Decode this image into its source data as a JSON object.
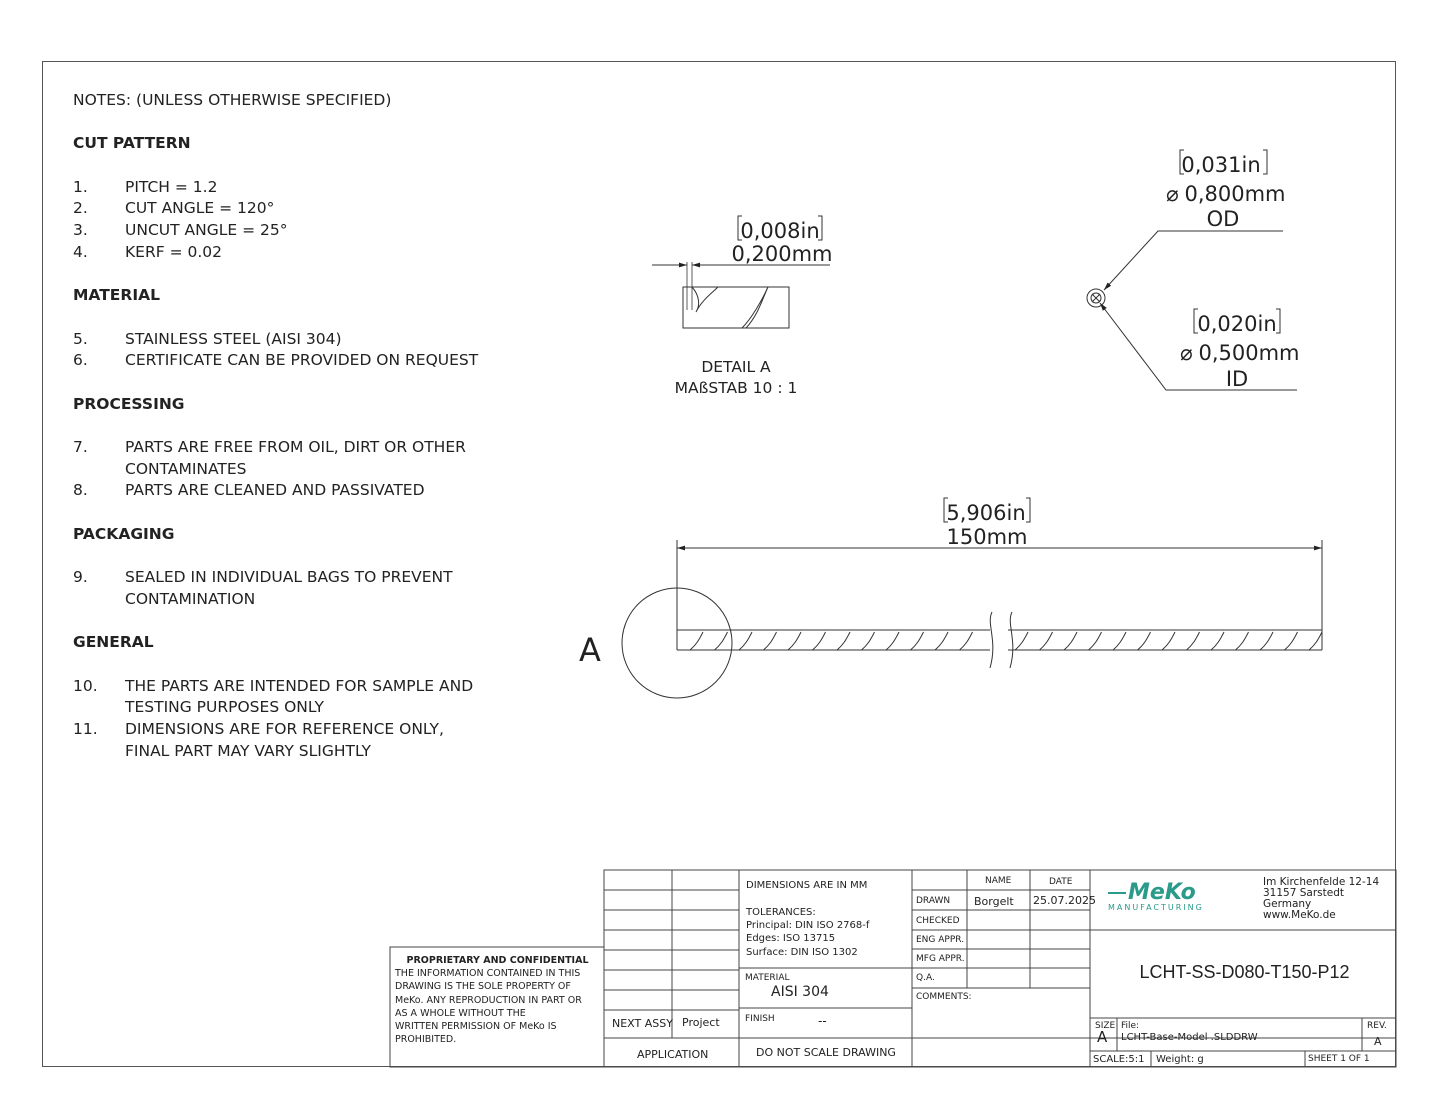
{
  "notes": {
    "header": "NOTES: (UNLESS OTHERWISE SPECIFIED)",
    "sections": [
      {
        "title": "CUT PATTERN",
        "items": [
          {
            "num": "1.",
            "lines": [
              "PITCH = 1.2"
            ]
          },
          {
            "num": "2.",
            "lines": [
              "CUT ANGLE = 120°"
            ]
          },
          {
            "num": "3.",
            "lines": [
              "UNCUT ANGLE = 25°"
            ]
          },
          {
            "num": "4.",
            "lines": [
              "KERF = 0.02"
            ]
          }
        ]
      },
      {
        "title": "MATERIAL",
        "items": [
          {
            "num": "5.",
            "lines": [
              "STAINLESS STEEL (AISI 304)"
            ]
          },
          {
            "num": "6.",
            "lines": [
              "CERTIFICATE CAN BE PROVIDED ON REQUEST"
            ]
          }
        ]
      },
      {
        "title": "PROCESSING",
        "items": [
          {
            "num": "7.",
            "lines": [
              "PARTS ARE FREE FROM OIL, DIRT OR OTHER",
              "CONTAMINATES"
            ]
          },
          {
            "num": "8.",
            "lines": [
              "PARTS ARE CLEANED AND PASSIVATED"
            ]
          }
        ]
      },
      {
        "title": "PACKAGING",
        "items": [
          {
            "num": "9.",
            "lines": [
              "SEALED IN INDIVIDUAL BAGS TO PREVENT",
              "CONTAMINATION"
            ]
          }
        ]
      },
      {
        "title": "GENERAL",
        "items": [
          {
            "num": "10.",
            "lines": [
              "THE PARTS ARE INTENDED FOR SAMPLE AND",
              "TESTING PURPOSES ONLY"
            ]
          },
          {
            "num": "11.",
            "lines": [
              "DIMENSIONS ARE FOR REFERENCE ONLY,",
              "FINAL PART MAY VARY SLIGHTLY"
            ]
          }
        ]
      }
    ]
  },
  "detail": {
    "dim_in": "0,008in",
    "dim_mm": "0,200mm",
    "caption1": "DETAIL A",
    "caption2": "MAßSTAB 10 : 1"
  },
  "section_view": {
    "od_in": "0,031in",
    "od_mm": "0,800mm",
    "od_label": "OD",
    "id_in": "0,020in",
    "id_mm": "0,500mm",
    "id_label": "ID",
    "diameter_symbol": "⌀"
  },
  "main_view": {
    "len_in": "5,906in",
    "len_mm": "150mm",
    "detail_letter": "A"
  },
  "title_block": {
    "dims_note": "DIMENSIONS ARE IN MM",
    "tol_title": "TOLERANCES:",
    "tol_principal": "Principal: DIN ISO 2768-f",
    "tol_edges": "Edges: ISO 13715",
    "tol_surface": "Surface: DIN ISO 1302",
    "material_label": "MATERIAL",
    "material_value": "AISI 304",
    "finish_label": "FINISH",
    "finish_value": "--",
    "next_assy": "NEXT ASSY",
    "project": "Project",
    "application": "APPLICATION",
    "no_scale": "DO NOT SCALE DRAWING",
    "name_hdr": "NAME",
    "date_hdr": "DATE",
    "drawn": "DRAWN",
    "drawn_name": "Borgelt",
    "drawn_date": "25.07.2025",
    "checked": "CHECKED",
    "eng_appr": "ENG APPR.",
    "mfg_appr": "MFG APPR.",
    "qa": "Q.A.",
    "comments": "COMMENTS:",
    "company_word": "MeKo",
    "company_sub": "MANUFACTURING",
    "addr1": "Im Kirchenfelde 12-14",
    "addr2": "31157 Sarstedt",
    "addr3": "Germany",
    "addr4": "www.MeKo.de",
    "part_number": "LCHT-SS-D080-T150-P12",
    "size_label": "SIZE",
    "size_value": "A",
    "file_label": "File:",
    "file_value": "LCHT-Base-Model .SLDDRW",
    "rev_label": "REV.",
    "rev_value": "A",
    "scale": "SCALE:5:1",
    "weight": "Weight: g",
    "sheet": "SHEET 1 OF 1"
  },
  "proprietary": {
    "title": "PROPRIETARY AND CONFIDENTIAL",
    "lines": [
      "THE INFORMATION CONTAINED IN THIS",
      "DRAWING IS THE SOLE PROPERTY OF",
      "MeKo.  ANY REPRODUCTION IN PART OR",
      "AS A WHOLE WITHOUT THE",
      "WRITTEN PERMISSION OF MeKo IS",
      "PROHIBITED."
    ]
  }
}
